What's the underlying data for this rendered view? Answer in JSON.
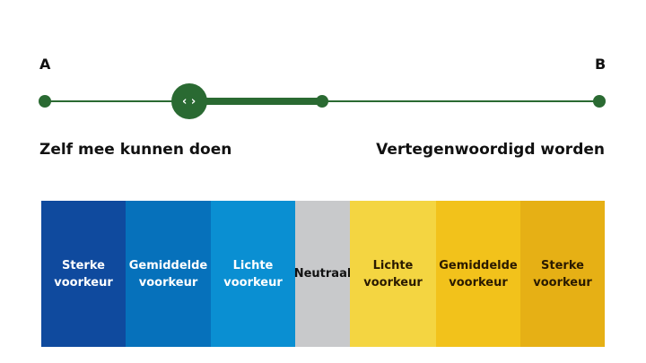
{
  "slider": {
    "left_end_label": "A",
    "right_end_label": "B",
    "left_title": "Zelf mee kunnen doen",
    "right_title": "Vertegenwoordigd worden",
    "value": 0.26,
    "handle_icon": "chevron-left-right-icon",
    "handle_glyph": "‹ ›",
    "color": "#2a6a32"
  },
  "scale": [
    {
      "line1": "Sterke",
      "line2": "voorkeur",
      "color": "#0f4a9e",
      "text_color": "#ffffff",
      "width": 94
    },
    {
      "line1": "Gemiddelde",
      "line2": "voorkeur",
      "color": "#0671bb",
      "text_color": "#ffffff",
      "width": 95
    },
    {
      "line1": "Lichte",
      "line2": "voorkeur",
      "color": "#0a8fd2",
      "text_color": "#ffffff",
      "width": 94
    },
    {
      "line1": "Neutraal",
      "line2": "",
      "color": "#c8c9cb",
      "text_color": "#111111",
      "width": 61
    },
    {
      "line1": "Lichte",
      "line2": "voorkeur",
      "color": "#f4d541",
      "text_color": "#2a1a00",
      "width": 96
    },
    {
      "line1": "Gemiddelde",
      "line2": "voorkeur",
      "color": "#f2c21b",
      "text_color": "#2a1a00",
      "width": 94
    },
    {
      "line1": "Sterke",
      "line2": "voorkeur",
      "color": "#e6b015",
      "text_color": "#2a1a00",
      "width": 94
    }
  ]
}
